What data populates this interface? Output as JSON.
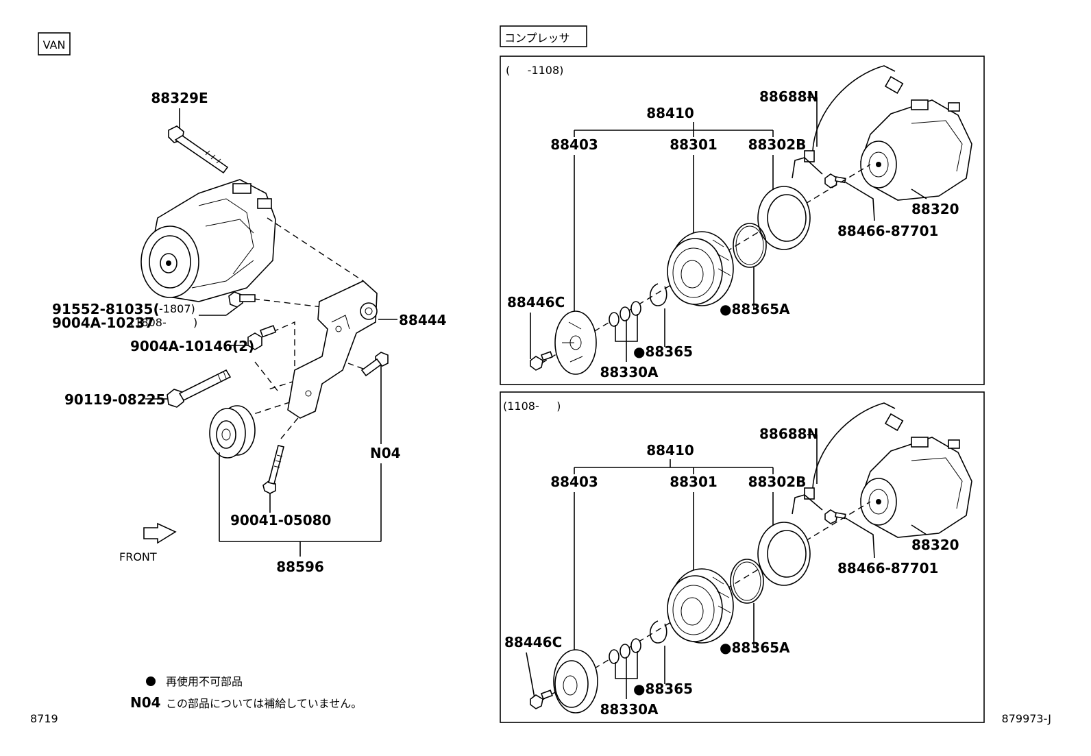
{
  "left": {
    "tag": "VAN",
    "labels": {
      "bolt_top": "88329E",
      "bolt_a1": "91552-81035(",
      "bolt_a1_range": "-1807)",
      "bolt_a2": "9004A-10237",
      "bolt_a2_range": "(1808-",
      "bolt_a2_close": ")",
      "bolt_b": "9004A-10146(2)",
      "bolt_c": "90119-08225",
      "bolt_d": "90041-05080",
      "bracket": "88444",
      "note_code": "N04",
      "idler_assy": "88596",
      "front": "FRONT"
    },
    "legend": {
      "bullet_text": "再使用不可部品",
      "n04_code": "N04",
      "n04_text": "この部品については補給していません。"
    },
    "page_code": "8719"
  },
  "right": {
    "title": "コンプレッサ",
    "panels": [
      {
        "range": "(     -1108)",
        "labels": {
          "sensor": "88688N",
          "clutch_assy": "88410",
          "hub": "88403",
          "pulley": "88301",
          "stator": "88302B",
          "compressor": "88320",
          "screw": "88466-87701",
          "bolt": "88446C",
          "snap_ring_a": "●88365A",
          "snap_ring": "●88365",
          "shim": "88330A"
        }
      },
      {
        "range": "(1108-     )",
        "labels": {
          "sensor": "88688N",
          "clutch_assy": "88410",
          "hub": "88403",
          "pulley": "88301",
          "stator": "88302B",
          "compressor": "88320",
          "screw": "88466-87701",
          "bolt": "88446C",
          "snap_ring_a": "●88365A",
          "snap_ring": "●88365",
          "shim": "88330A"
        }
      }
    ],
    "page_code": "879973-J"
  }
}
